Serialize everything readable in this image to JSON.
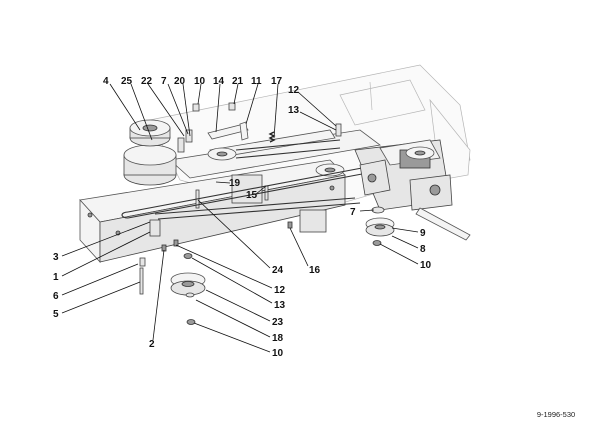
{
  "diagram": {
    "reference": "9-1996-530",
    "callouts": {
      "c4": "4",
      "c25": "25",
      "c22": "22",
      "c7a": "7",
      "c20": "20",
      "c10a": "10",
      "c14": "14",
      "c21": "21",
      "c11": "11",
      "c17": "17",
      "c12a": "12",
      "c13a": "13",
      "c19": "19",
      "c15": "15",
      "c7b": "7",
      "c9": "9",
      "c8": "8",
      "c10b": "10",
      "c3": "3",
      "c1": "1",
      "c6": "6",
      "c5": "5",
      "c2": "2",
      "c24": "24",
      "c16": "16",
      "c12b": "12",
      "c13b": "13",
      "c23": "23",
      "c18": "18",
      "c10c": "10"
    }
  }
}
